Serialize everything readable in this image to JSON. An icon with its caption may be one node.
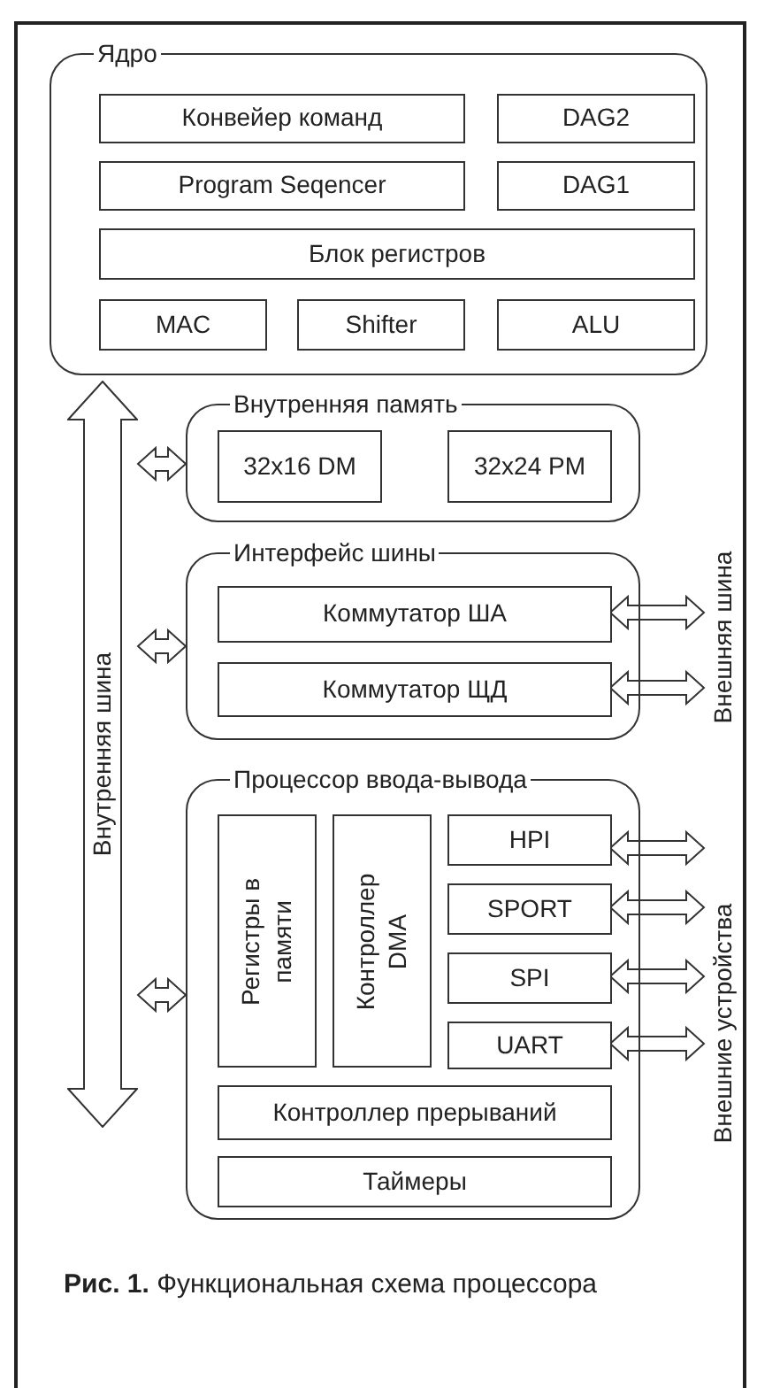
{
  "diagram": {
    "caption": "**Рис. 1.** Функциональная схема процессора",
    "nodes": [
      {
        "text": [
          "Ядро"
        ]
      },
      {
        "text": [
          "Конвейер команд"
        ],
        "in": 0
      },
      {
        "text": [
          "DAG2"
        ],
        "in": 0
      },
      {
        "text": [
          "Program Seqencer"
        ],
        "in": 0
      },
      {
        "text": [
          "DAG1"
        ],
        "in": 0
      },
      {
        "text": [
          "Блок регистров"
        ],
        "in": 0
      },
      {
        "text": [
          "MAC"
        ],
        "in": 0
      },
      {
        "text": [
          "Shifter"
        ],
        "in": 0
      },
      {
        "text": [
          "ALU"
        ],
        "in": 0
      },
      {
        "text": [
          "Внутренняя шина"
        ]
      },
      {
        "text": [
          "Внутренняя память"
        ]
      },
      {
        "text": [
          "32x16 DM"
        ],
        "in": 10
      },
      {
        "text": [
          "32x24 PM"
        ],
        "in": 10
      },
      {
        "text": [
          "Интерфейс шины"
        ]
      },
      {
        "text": [
          "Коммутатор ША"
        ],
        "in": 13
      },
      {
        "text": [
          "Коммутатор ЩД"
        ],
        "in": 13
      },
      {
        "text": [
          "Внешняя шина"
        ]
      },
      {
        "text": [
          "Процессор ввода-вывода"
        ]
      },
      {
        "text": [
          "Регистры в памяти"
        ],
        "in": 17
      },
      {
        "text": [
          "Контроллер DMA"
        ],
        "in": 17
      },
      {
        "text": [
          "HPI"
        ],
        "in": 17
      },
      {
        "text": [
          "SPORT"
        ],
        "in": 17
      },
      {
        "text": [
          "SPI"
        ],
        "in": 17
      },
      {
        "text": [
          "UART"
        ],
        "in": 17
      },
      {
        "text": [
          "Контроллер прерываний"
        ],
        "in": 17
      },
      {
        "text": [
          "Таймеры"
        ],
        "in": 17
      },
      {
        "text": [
          "Внешние устройства"
        ]
      }
    ],
    "edges": [
      {
        "from": 9,
        "to": 10,
        "arrow": "both"
      },
      {
        "from": 9,
        "to": 13,
        "arrow": "both"
      },
      {
        "from": 9,
        "to": 17,
        "arrow": "both"
      },
      {
        "from": 14,
        "to": 16,
        "arrow": "both"
      },
      {
        "from": 15,
        "to": 16,
        "arrow": "both"
      },
      {
        "from": 20,
        "to": 26,
        "arrow": "both"
      },
      {
        "from": 21,
        "to": 26,
        "arrow": "both"
      },
      {
        "from": 22,
        "to": 26,
        "arrow": "both"
      },
      {
        "from": 23,
        "to": 26,
        "arrow": "both"
      }
    ]
  }
}
